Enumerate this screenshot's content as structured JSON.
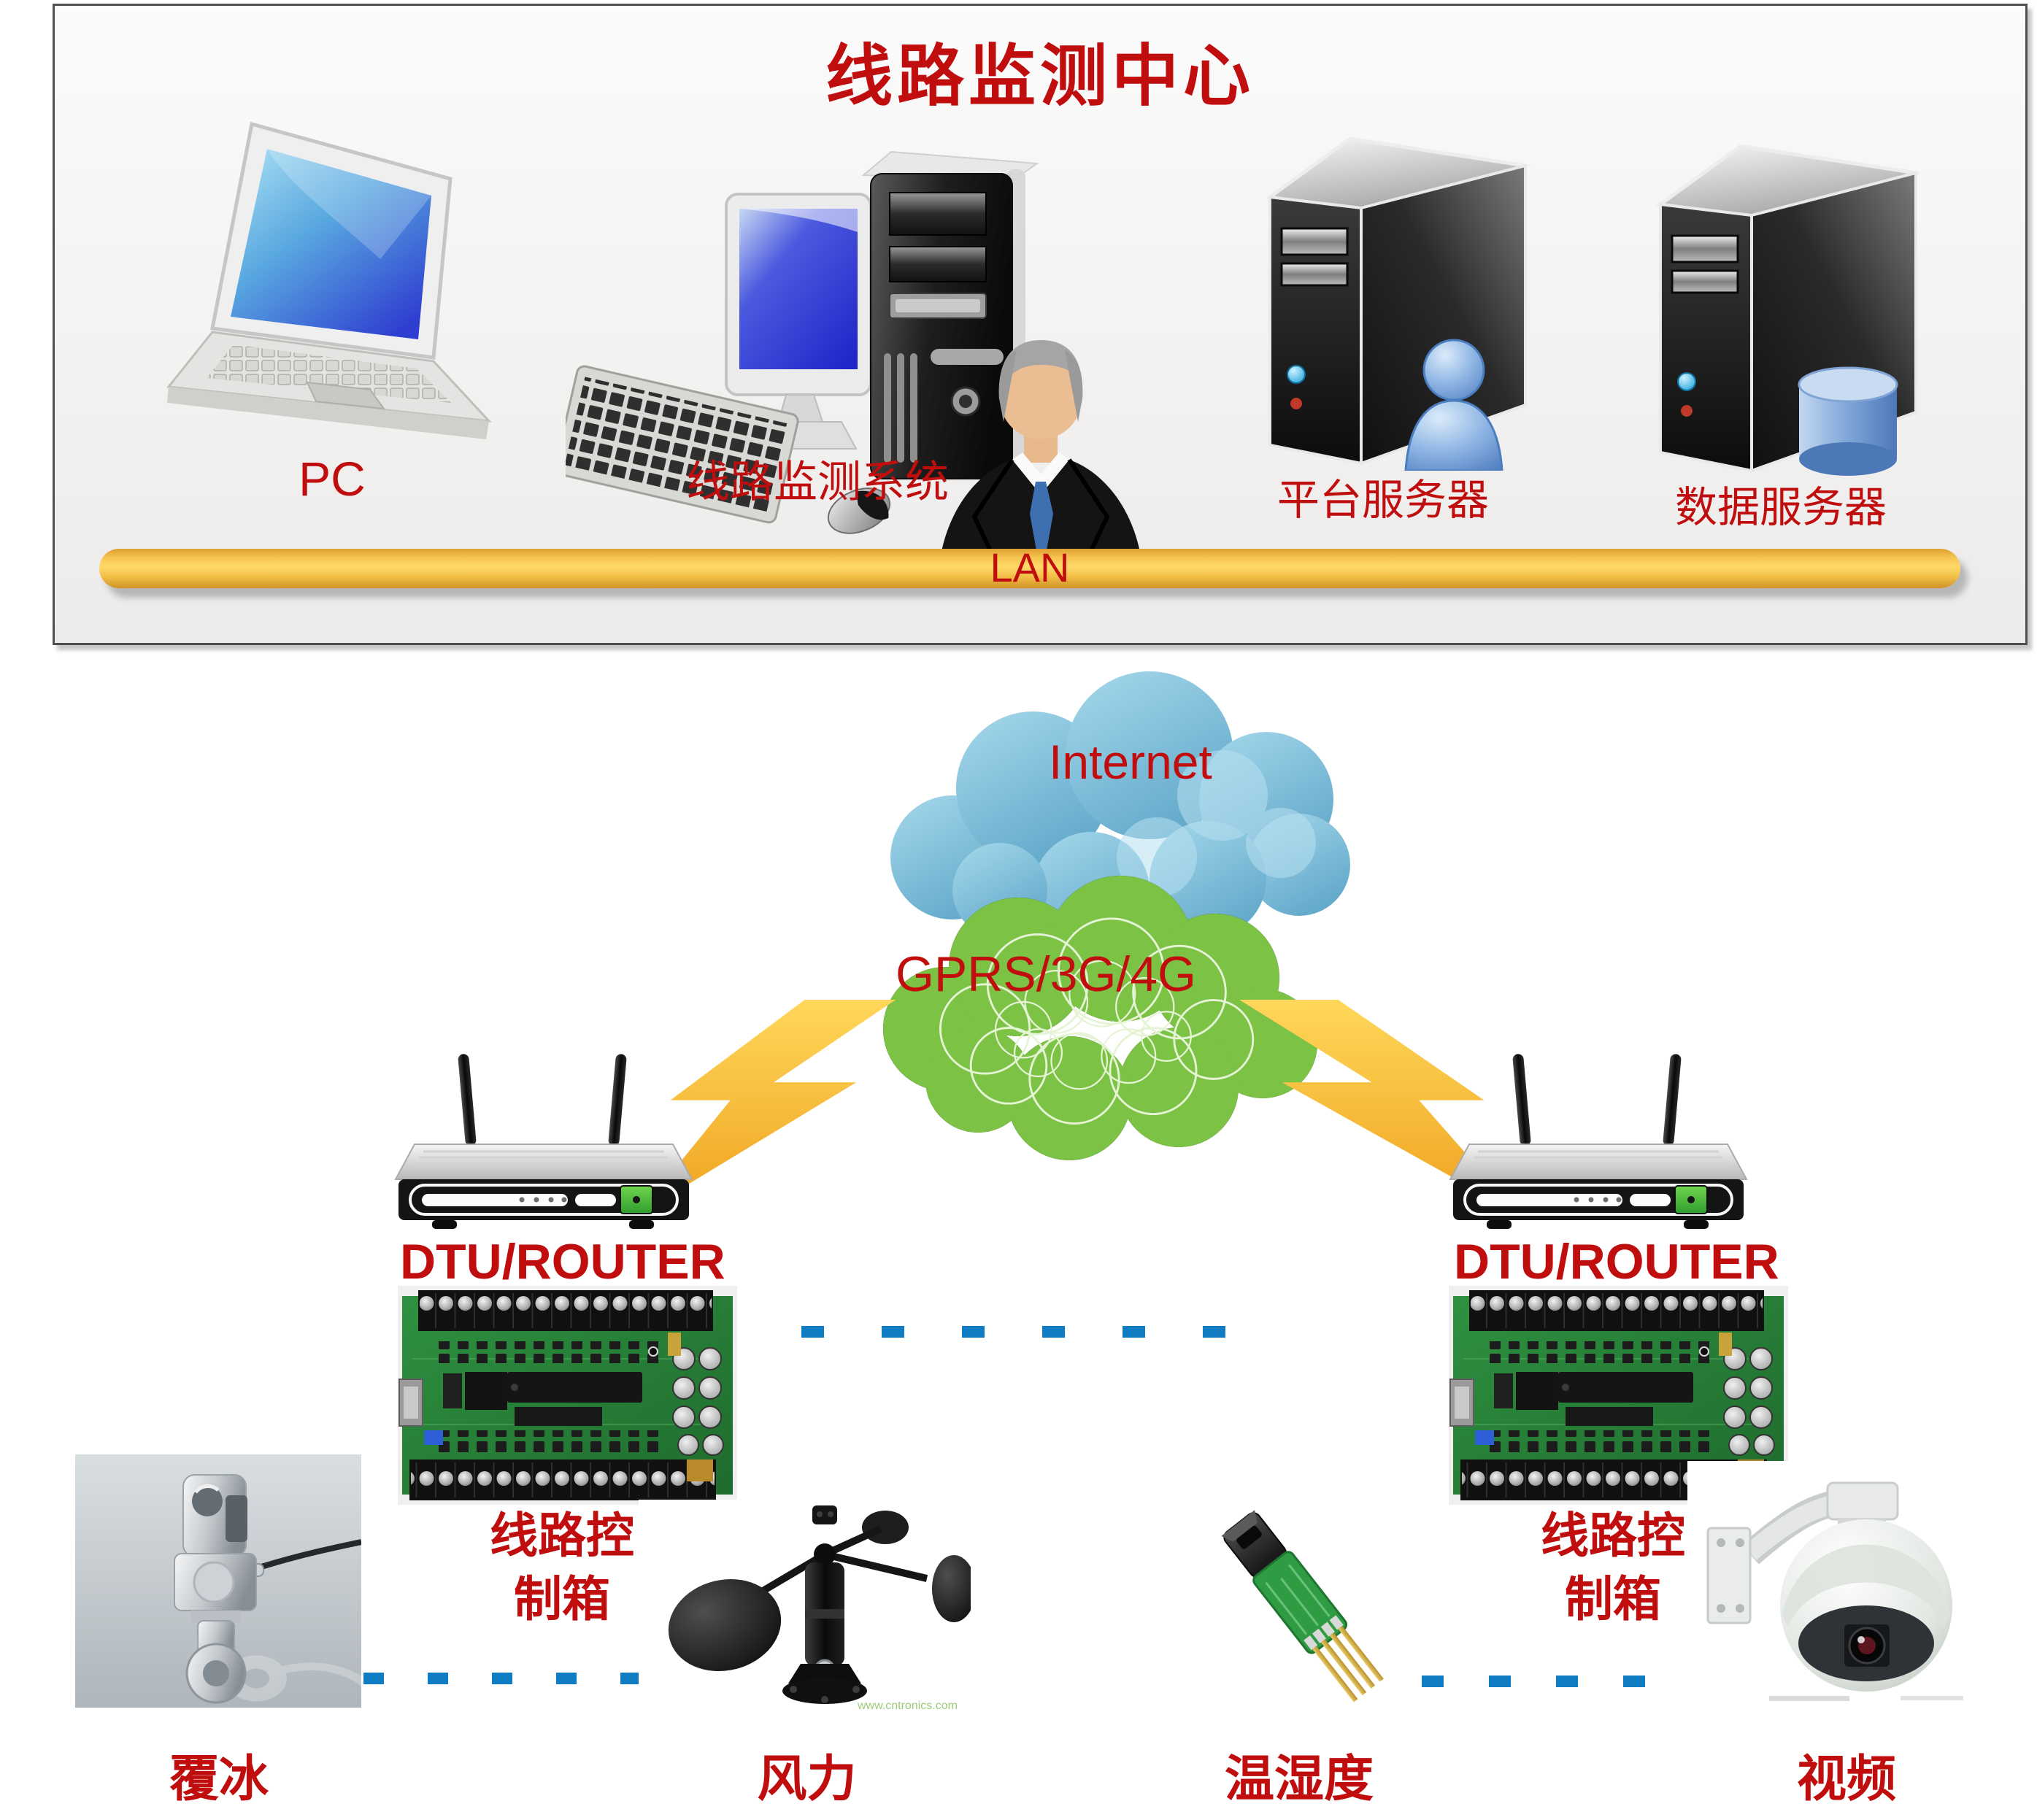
{
  "monitoring_center": {
    "title": "线路监测中心",
    "lan_label": "LAN",
    "devices": [
      {
        "id": "pc",
        "label": "PC"
      },
      {
        "id": "line-monitor-system",
        "label": "线路监测系统"
      },
      {
        "id": "platform-server",
        "label": "平台服务器"
      },
      {
        "id": "data-server",
        "label": "数据服务器"
      }
    ]
  },
  "network": {
    "internet_label": "Internet",
    "gprs_label": "GPRS/3G/4G"
  },
  "field_left": {
    "router_label": "DTU/ROUTER",
    "control_box_line1": "线路控",
    "control_box_line2": "制箱"
  },
  "field_right": {
    "router_label": "DTU/ROUTER",
    "control_box_line1": "线路控",
    "control_box_line2": "制箱"
  },
  "sensors": [
    {
      "id": "ice",
      "label": "覆冰"
    },
    {
      "id": "wind",
      "label": "风力",
      "watermark": "www.cntronics.com"
    },
    {
      "id": "temp-humidity",
      "label": "温湿度"
    },
    {
      "id": "video",
      "label": "视频"
    }
  ],
  "colors": {
    "label_red": "#C00D0D",
    "lan_yellow": "#F6C44F",
    "dash_blue": "#0F7CC4",
    "internet_cloud_blue": "#7FBEDC",
    "gprs_cloud_green": "#7CC244",
    "lightning_yellow": "#F7B32B"
  }
}
